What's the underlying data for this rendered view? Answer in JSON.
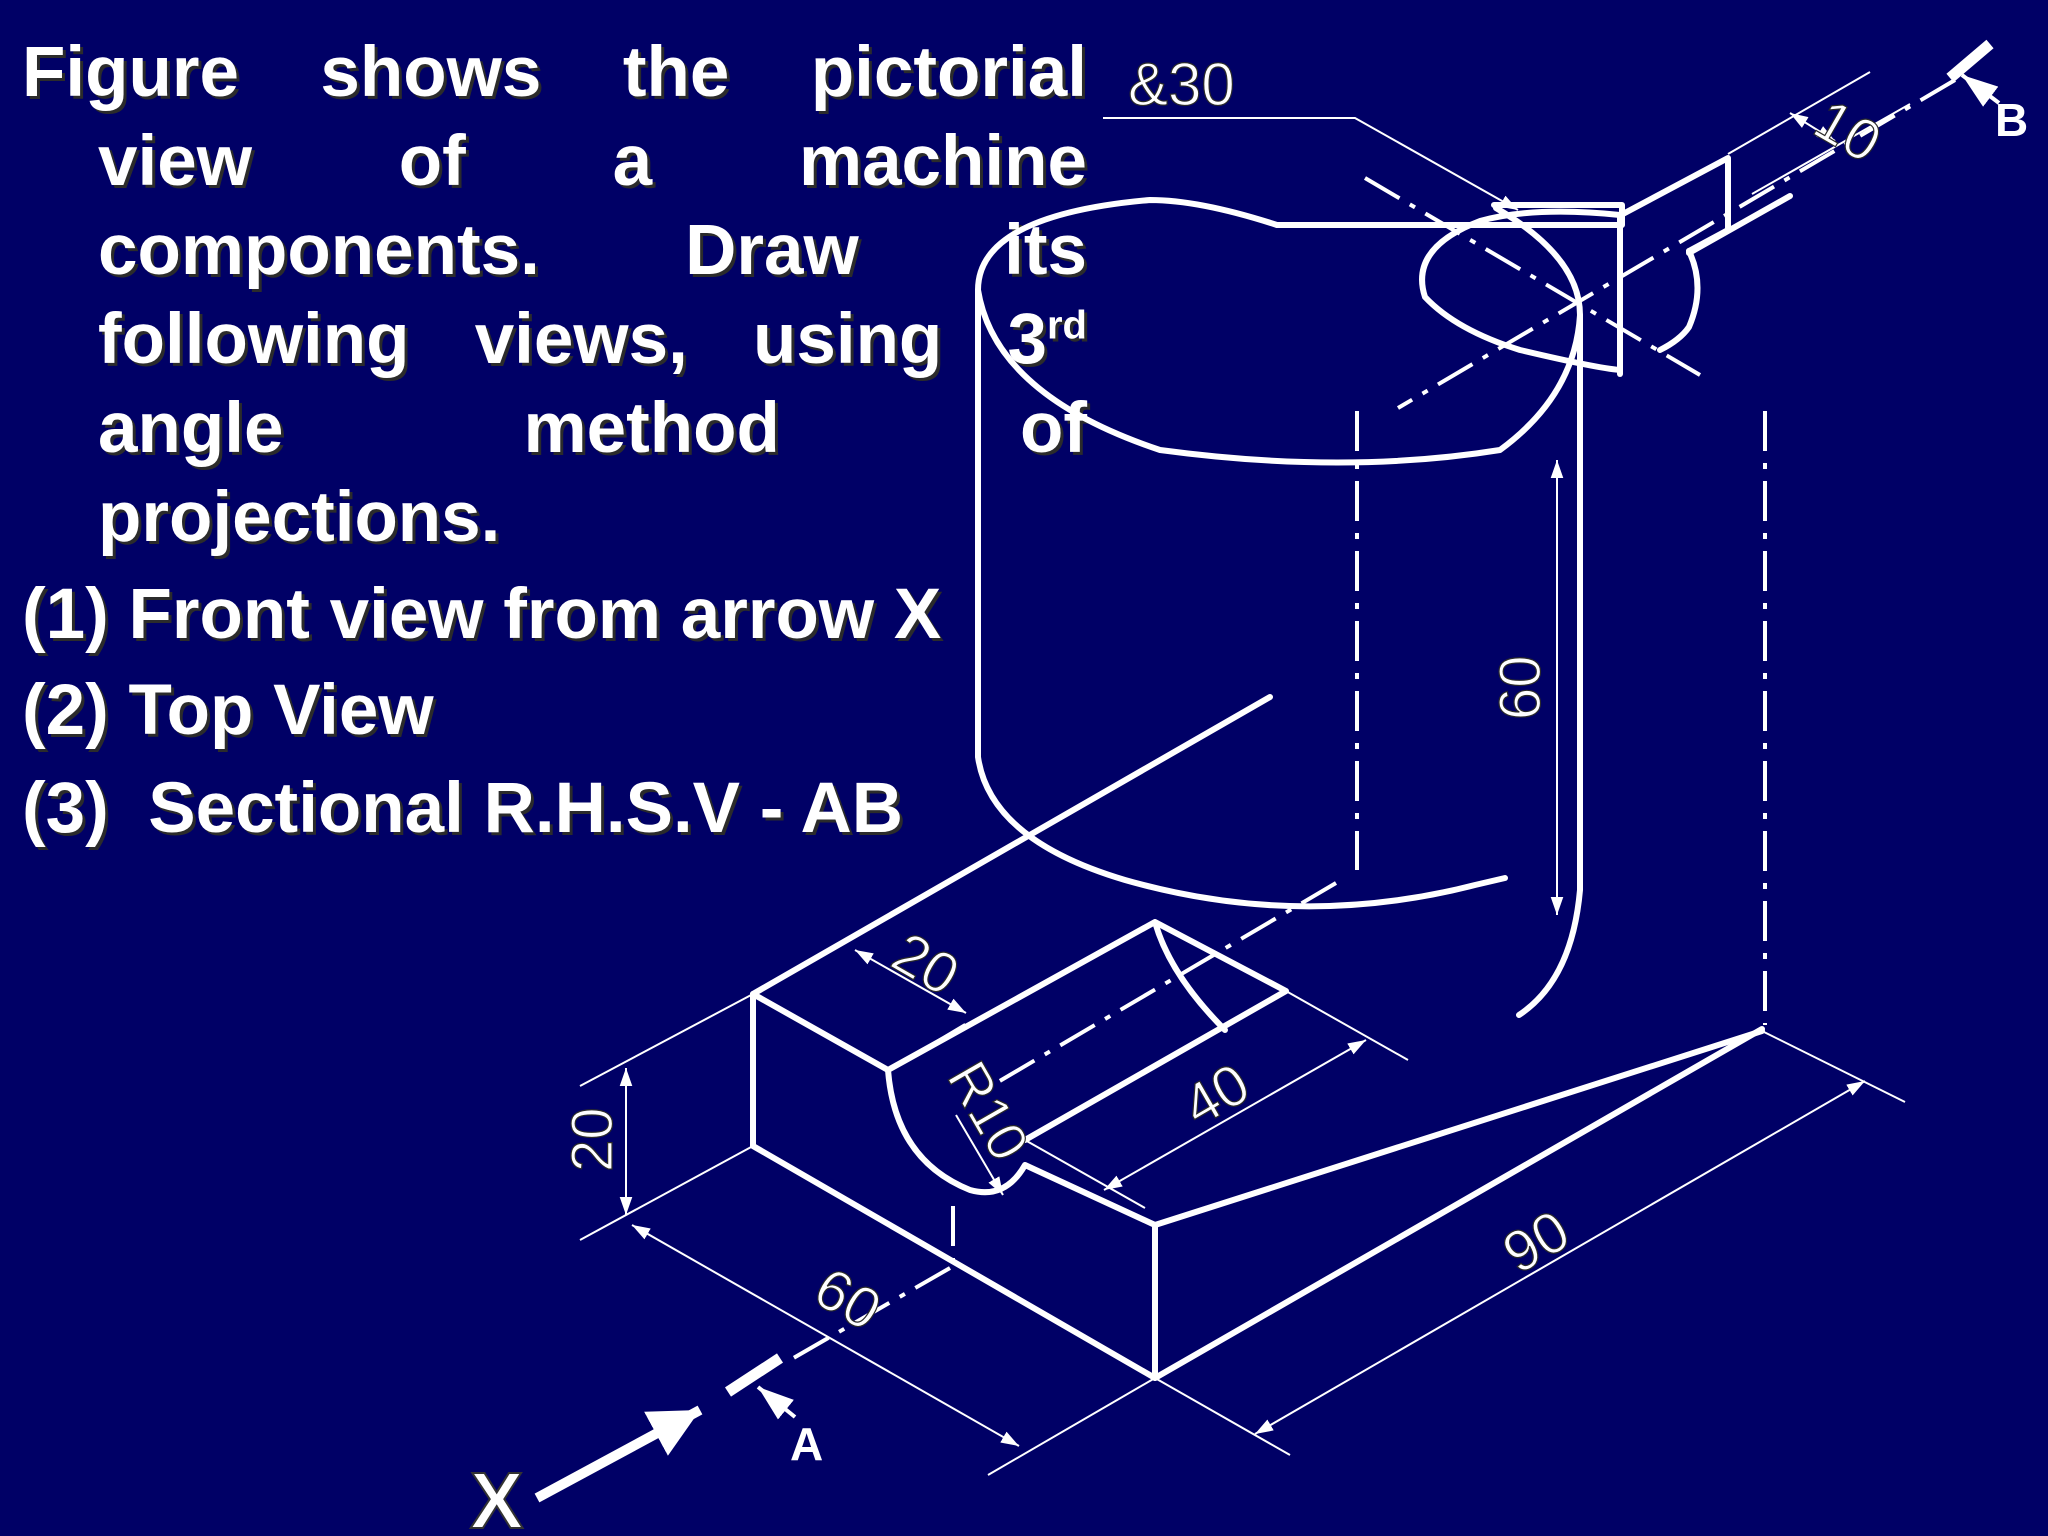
{
  "problem": {
    "lines": [
      [
        "Figure",
        "shows",
        "the",
        "pictorial"
      ],
      [
        "view",
        "of",
        "a",
        "machine"
      ],
      [
        "components.",
        "Draw",
        "its"
      ],
      [
        "following",
        "views,",
        "using",
        "3"
      ],
      [
        "angle",
        "method",
        "of"
      ],
      [
        "projections."
      ]
    ],
    "superscript": "rd"
  },
  "views": [
    "(1) Front view from arrow X",
    "(2) Top View",
    "(3)  Sectional R.H.S.V - AB"
  ],
  "dimensions": {
    "dia_30": "&30",
    "slot_10": "10",
    "height_60": "60",
    "slot_width_20": "20",
    "radius_10": "R10",
    "slot_length_40": "40",
    "base_height_20": "20",
    "base_width_60": "60",
    "base_length_90": "90"
  },
  "labels": {
    "arrow_x": "X",
    "section_a": "A",
    "section_b": "B"
  },
  "colors": {
    "background": "#000066",
    "line": "#ffffff"
  }
}
